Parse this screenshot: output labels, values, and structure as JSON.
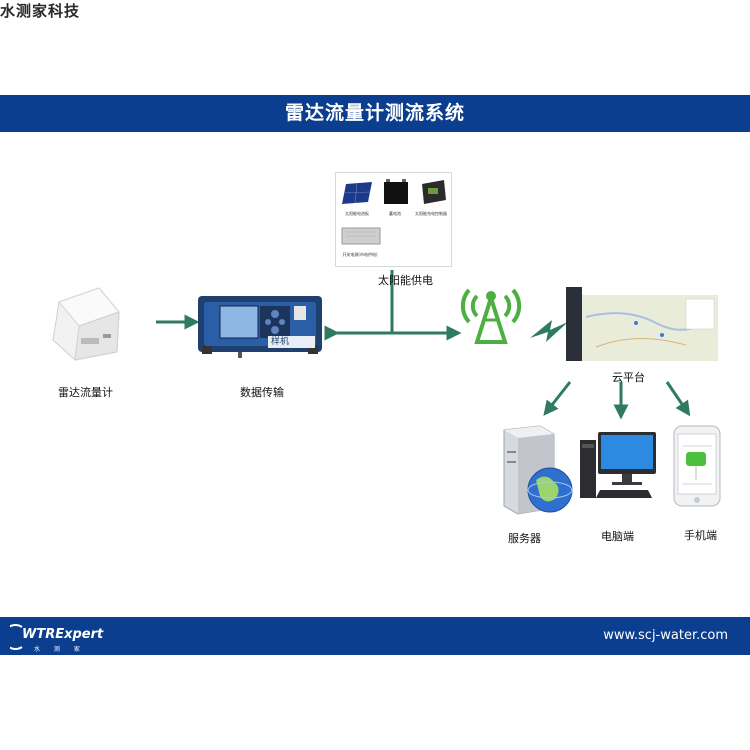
{
  "brand": "水测家科技",
  "title": "雷达流量计测流系统",
  "nodes": {
    "radar_label": "雷达流量计",
    "transmit_label": "数据传输",
    "device_screen_text": "样机",
    "solar_label": "太阳能供电",
    "cloud_label": "云平台",
    "server_label": "服务器",
    "pc_label": "电脑端",
    "phone_label": "手机端"
  },
  "solar_items": [
    "太阳能电池板",
    "蓄电池",
    "太阳能充电控制器",
    "开关电源(市电供电)"
  ],
  "footer": {
    "logo_text": "WTRExpert",
    "logo_sub": "水 测 家",
    "url": "www.scj-water.com"
  },
  "colors": {
    "banner": "#0b3e8e",
    "arrow": "#2f7a63",
    "signal": "#4caf3f",
    "device": "#2a5fa8"
  }
}
